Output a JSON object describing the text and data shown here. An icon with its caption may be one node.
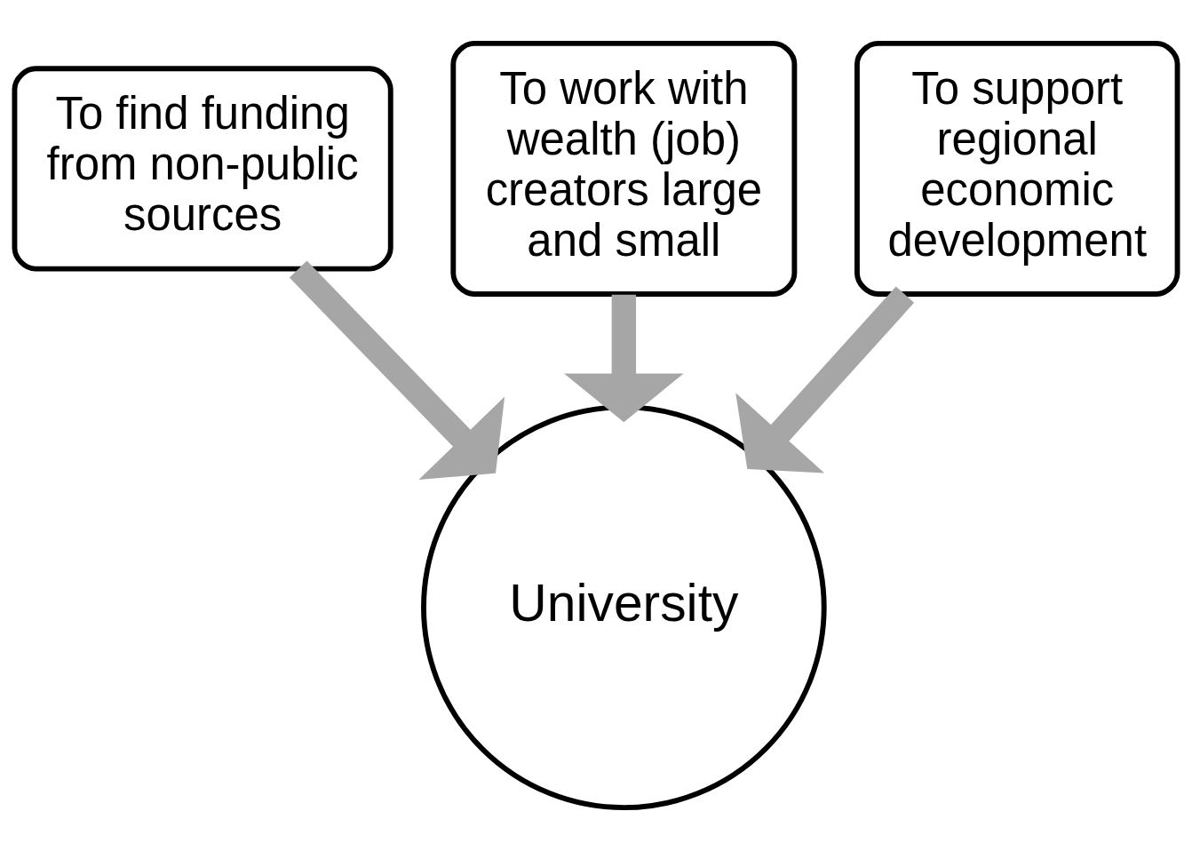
{
  "diagram": {
    "nodes": [
      {
        "text": [
          "To work with wealth (job) creators large and small"
        ]
      },
      {
        "text": [
          "To find funding from non-public sources"
        ]
      },
      {
        "text": [
          "To support regional economic development"
        ]
      },
      {
        "text": [
          "University"
        ]
      }
    ],
    "edges": [
      {
        "from": 0,
        "to": 3,
        "arrow": "to"
      },
      {
        "from": 1,
        "to": 3,
        "arrow": "to"
      },
      {
        "from": 2,
        "to": 3,
        "arrow": "to"
      }
    ]
  }
}
